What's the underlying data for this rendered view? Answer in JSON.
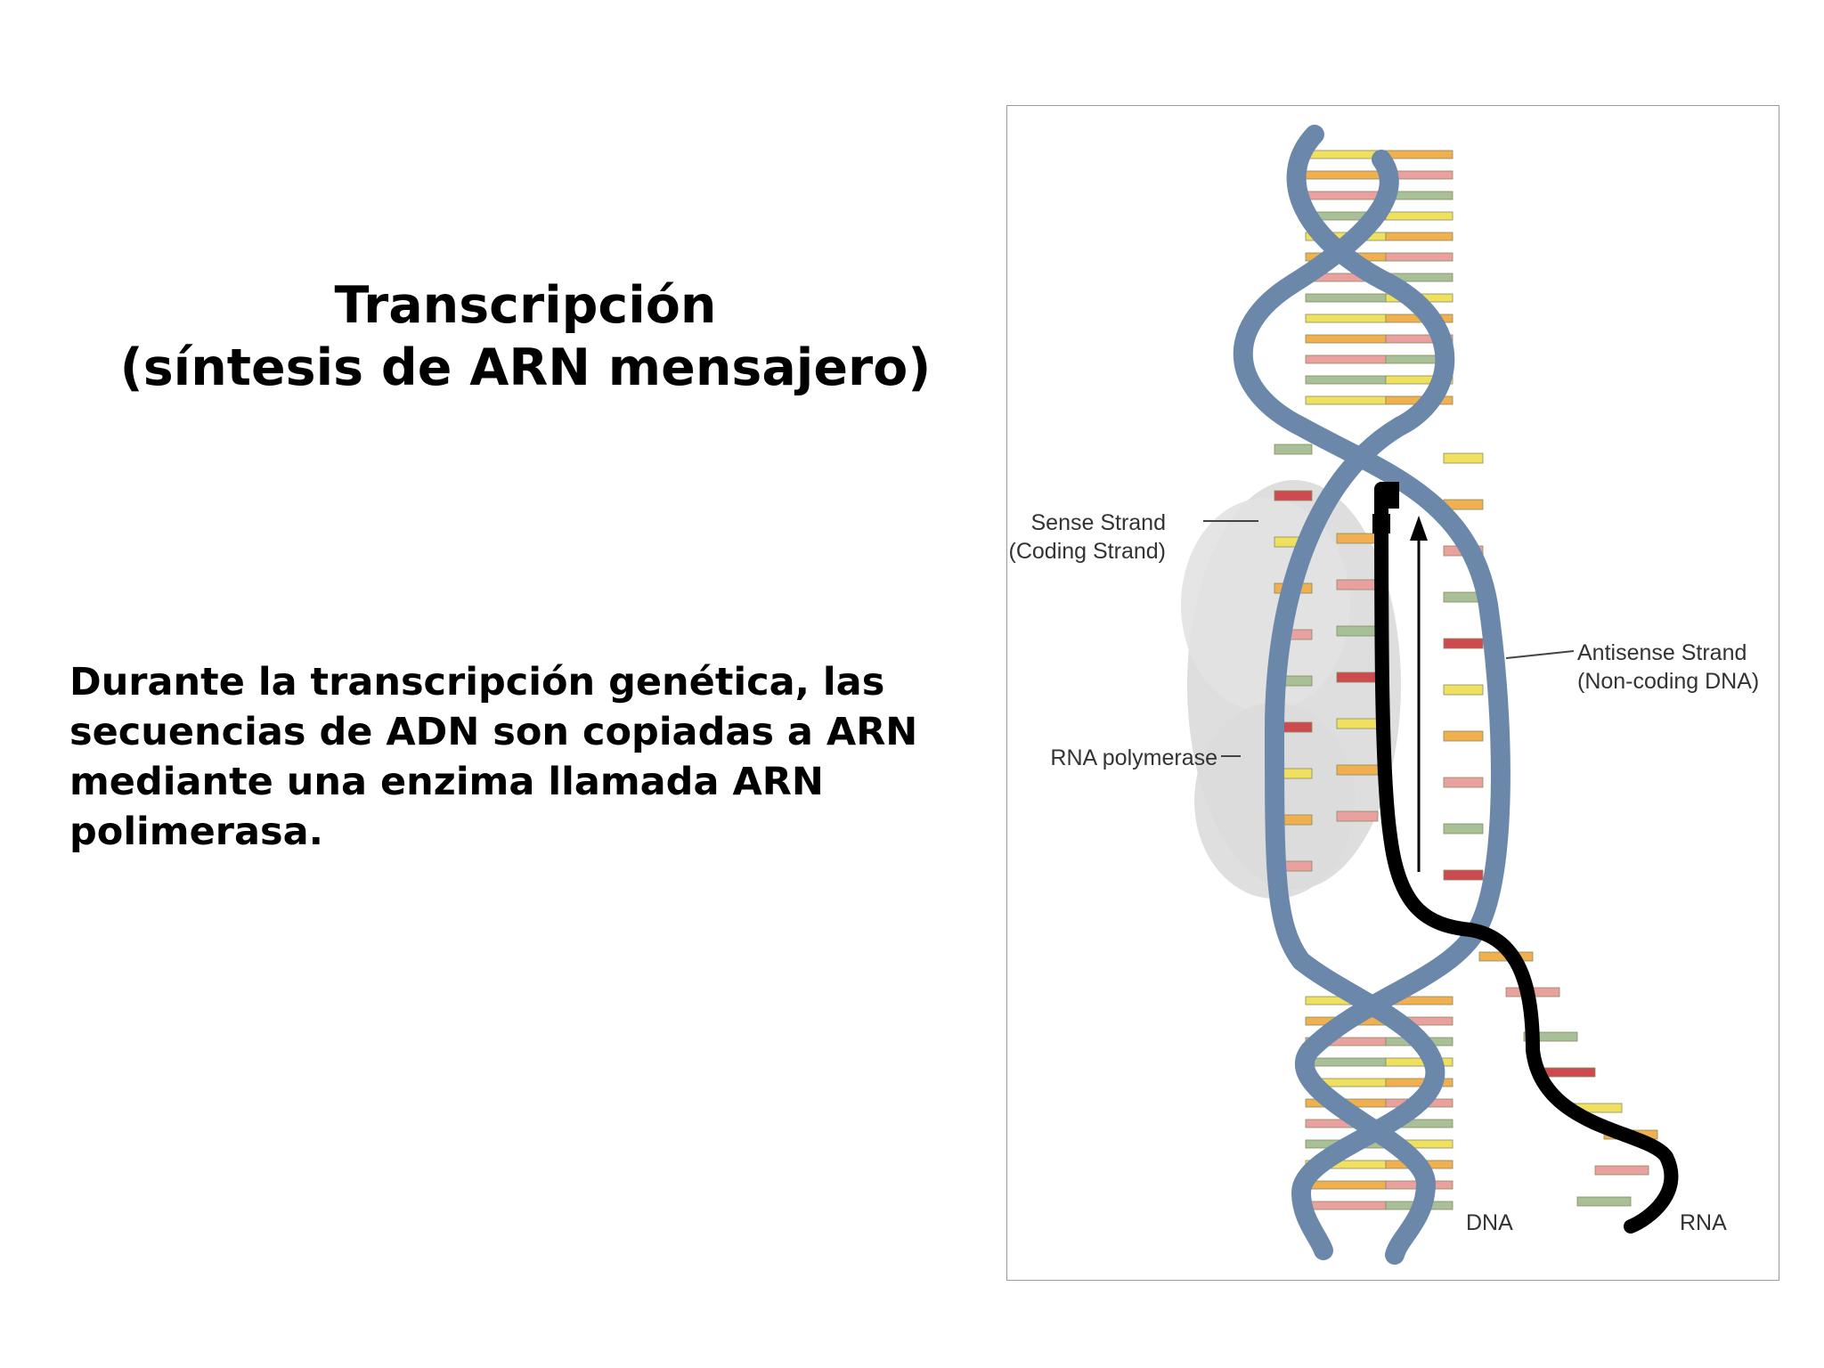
{
  "slide": {
    "title_line1": "Transcripción",
    "title_line2": "(síntesis de ARN mensajero)",
    "body": "Durante la transcripción genética, las secuencias de ADN son copiadas a ARN mediante una enzima llamada ARN polimerasa."
  },
  "diagram": {
    "labels": {
      "sense_line1": "Sense Strand",
      "sense_line2": "(Coding Strand)",
      "antisense_line1": "Antisense Strand",
      "antisense_line2": "(Non-coding DNA)",
      "polymerase": "RNA polymerase",
      "dna": "DNA",
      "rna": "RNA"
    },
    "colors": {
      "backbone": "#6b88ab",
      "rna": "#000000",
      "base_yellow": "#f0e060",
      "base_orange": "#f0b050",
      "base_pink": "#eba0a0",
      "base_red": "#cc4a50",
      "base_green": "#a8c098",
      "polymerase": "#d6d6d6"
    }
  }
}
